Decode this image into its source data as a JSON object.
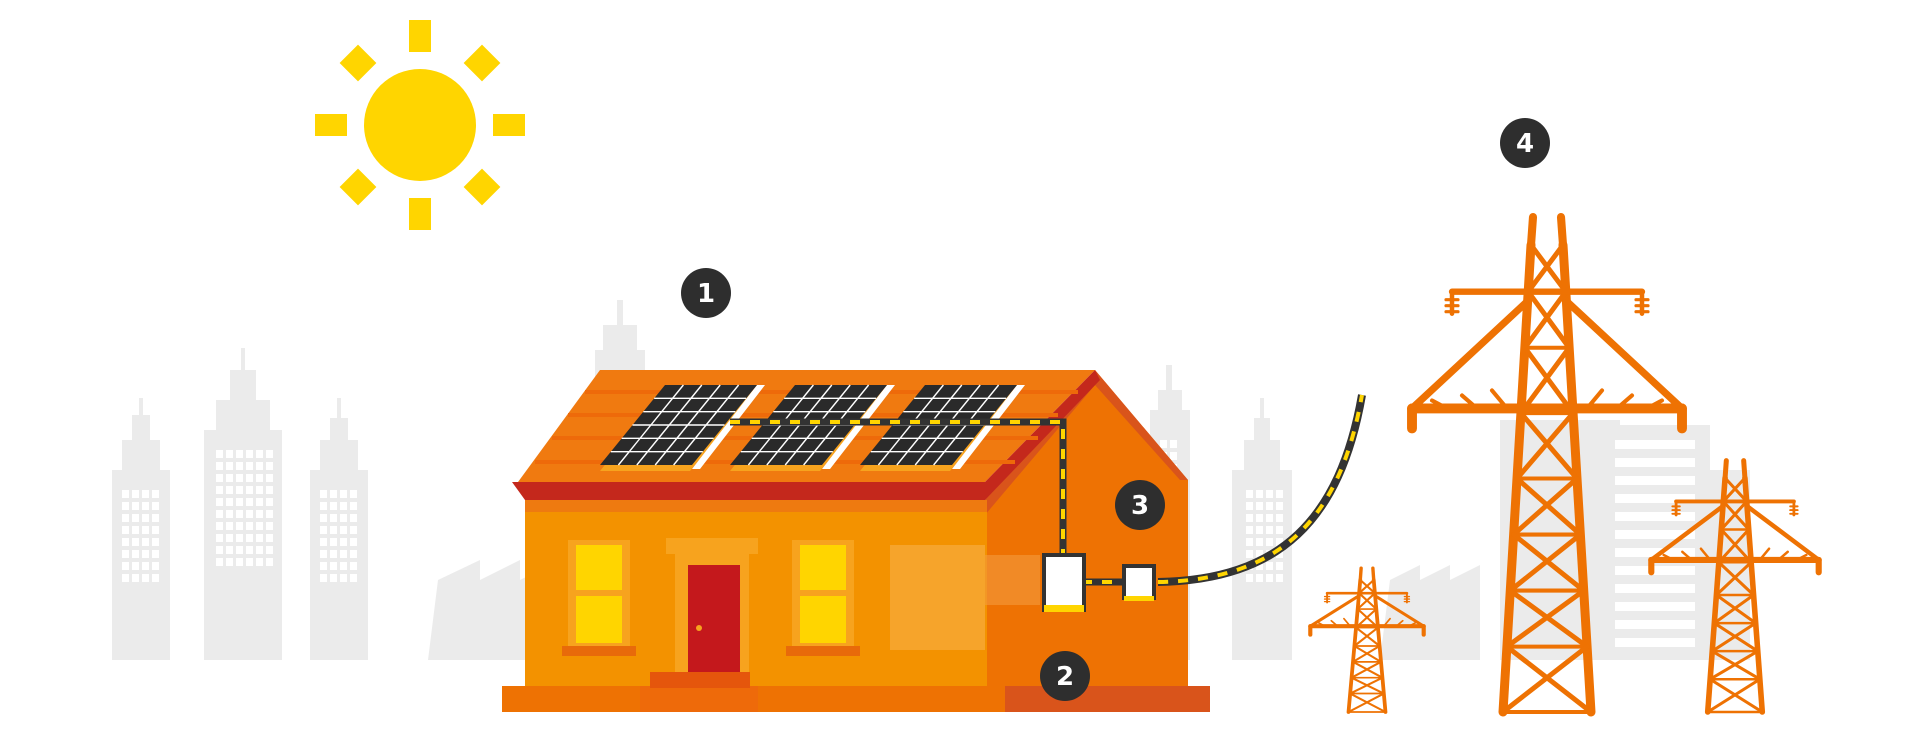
{
  "diagram": {
    "markers": [
      {
        "id": "1",
        "label": "1",
        "refers_to": "solar-panels"
      },
      {
        "id": "2",
        "label": "2",
        "refers_to": "inverter"
      },
      {
        "id": "3",
        "label": "3",
        "refers_to": "meter"
      },
      {
        "id": "4",
        "label": "4",
        "refers_to": "grid-pylon"
      }
    ],
    "colors": {
      "sun": "#FFD500",
      "house_wall": "#F39200",
      "house_side": "#EE7203",
      "roof": "#F07A10",
      "roof_edge": "#C4281C",
      "door": "#C4181C",
      "window": "#FFD500",
      "pylon": "#EE7203",
      "cable": "#333333",
      "cable_stripe": "#FFD500",
      "skyline": "#EBEBEB",
      "marker": "#2E2E2E"
    },
    "icons": [
      "sun-icon",
      "house-icon",
      "solar-panel-icon",
      "inverter-icon",
      "meter-icon",
      "pylon-icon",
      "city-skyline-icon"
    ]
  }
}
